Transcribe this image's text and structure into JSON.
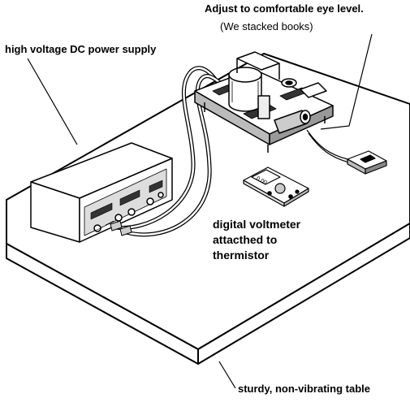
{
  "labels": {
    "adjust": "Adjust to comfortable eye level.",
    "stacked": "(We stacked books)",
    "power_supply": "high voltage DC  power supply",
    "voltmeter_line1": "digital voltmeter",
    "voltmeter_line2": "attacthed to",
    "voltmeter_line3": "thermistor",
    "table": "sturdy, non-vibrating table"
  },
  "devices": {
    "voltmeter_display": "0.00"
  },
  "colors": {
    "ink": "#000000",
    "paper": "#ffffff",
    "shade": "#bdbdbd",
    "dark": "#555555"
  }
}
